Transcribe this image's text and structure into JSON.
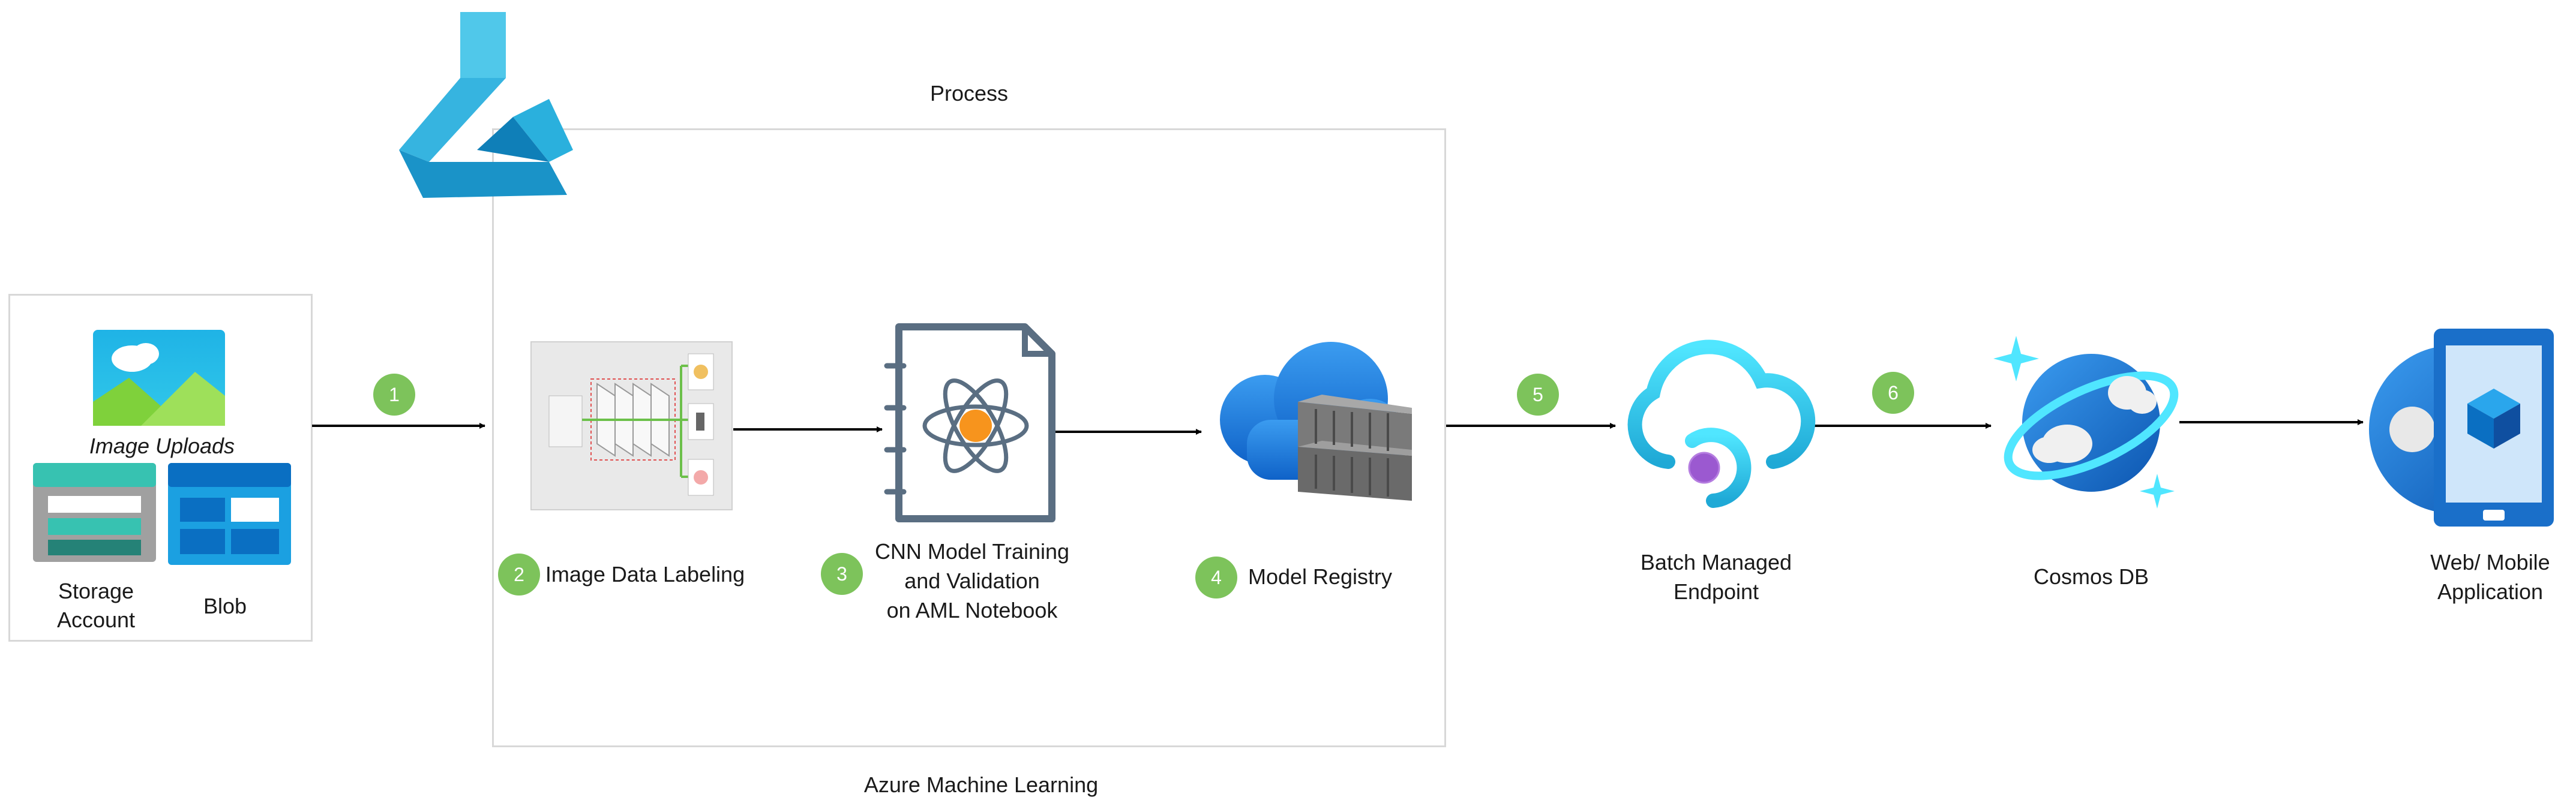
{
  "diagram": {
    "process_title": "Process",
    "aml_caption": "Azure Machine Learning",
    "uploads_label": "Image Uploads",
    "storage_label_line1": "Storage",
    "storage_label_line2": "Account",
    "blob_label": "Blob",
    "steps": [
      {
        "num": "1"
      },
      {
        "num": "2",
        "label": "Image Data Labeling"
      },
      {
        "num": "3",
        "label_line1": "CNN Model Training",
        "label_line2": "and Validation",
        "label_line3": "on AML Notebook"
      },
      {
        "num": "4",
        "label": "Model Registry"
      },
      {
        "num": "5"
      },
      {
        "num": "6"
      }
    ],
    "endpoint_line1": "Batch Managed",
    "endpoint_line2": "Endpoint",
    "cosmos_label": "Cosmos DB",
    "webapp_line1": "Web/ Mobile",
    "webapp_line2": "Application"
  },
  "colors": {
    "badge": "#7dc35b",
    "azure_blue": "#0078d4",
    "cyan": "#50e6ff",
    "ml_teal": "#1fa9d6",
    "box_border": "#d8d8d8"
  },
  "icons": [
    "azure-ml-flask-icon",
    "image-icon",
    "storage-account-icon",
    "blob-icon",
    "labeling-icon",
    "notebook-atom-icon",
    "model-registry-icon",
    "batch-endpoint-icon",
    "cosmos-db-icon",
    "web-mobile-app-icon"
  ]
}
